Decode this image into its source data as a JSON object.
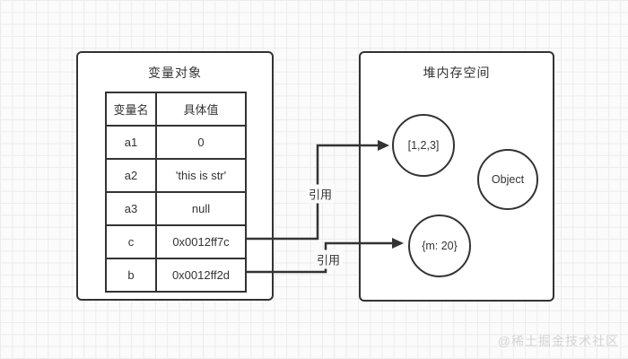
{
  "left_box": {
    "title": "变量对象",
    "table": {
      "headers": [
        "变量名",
        "具体值"
      ],
      "rows": [
        {
          "name": "a1",
          "value": "0"
        },
        {
          "name": "a2",
          "value": "'this is str'"
        },
        {
          "name": "a3",
          "value": "null"
        },
        {
          "name": "c",
          "value": "0x0012ff7c"
        },
        {
          "name": "b",
          "value": "0x0012ff2d"
        }
      ]
    }
  },
  "right_box": {
    "title": "堆内存空间",
    "nodes": [
      {
        "label": "[1,2,3]"
      },
      {
        "label": "Object"
      },
      {
        "label": "{m: 20}"
      }
    ]
  },
  "arrows": [
    {
      "from": "c",
      "to": "[1,2,3]",
      "label": "引用"
    },
    {
      "from": "b",
      "to": "{m: 20}",
      "label": "引用"
    }
  ],
  "watermark": "@稀土掘金技术社区",
  "colors": {
    "stroke": "#333333",
    "grid": "#ececec",
    "background": "#fbfbfb",
    "box_fill": "#ffffff",
    "watermark": "#d3d3d3"
  }
}
